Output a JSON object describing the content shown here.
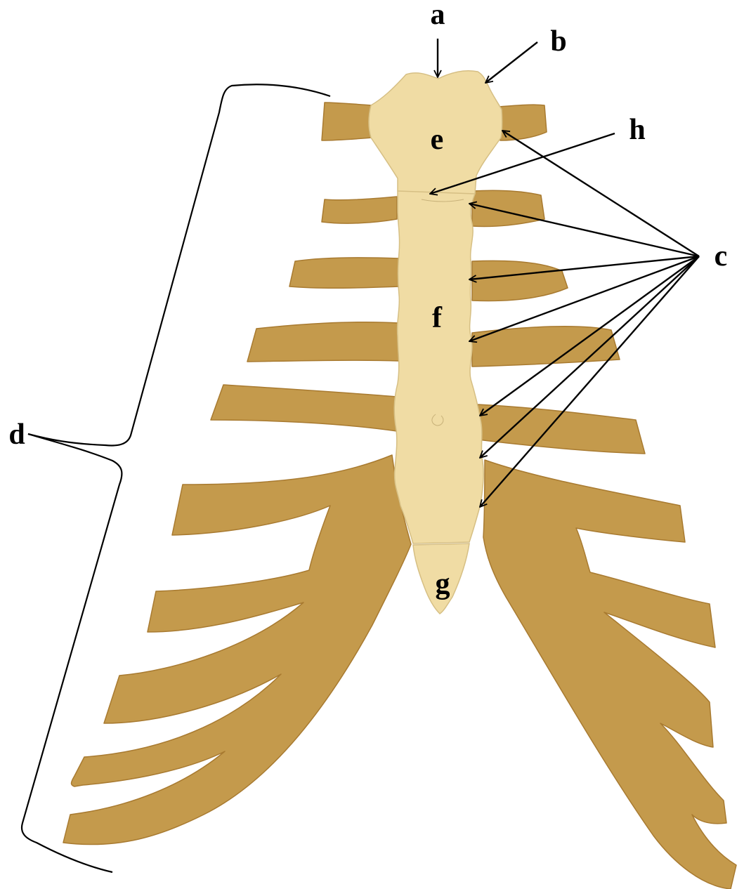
{
  "labels": {
    "a": "a",
    "b": "b",
    "c": "c",
    "d": "d",
    "e": "e",
    "f": "f",
    "g": "g",
    "h": "h"
  },
  "colors": {
    "cartilage": "#c49a4c",
    "cartilage_edge": "#a87a30",
    "bone": "#f0dca4",
    "bone_edge": "#d6bf84",
    "ink": "#000000",
    "background": "#ffffff"
  }
}
